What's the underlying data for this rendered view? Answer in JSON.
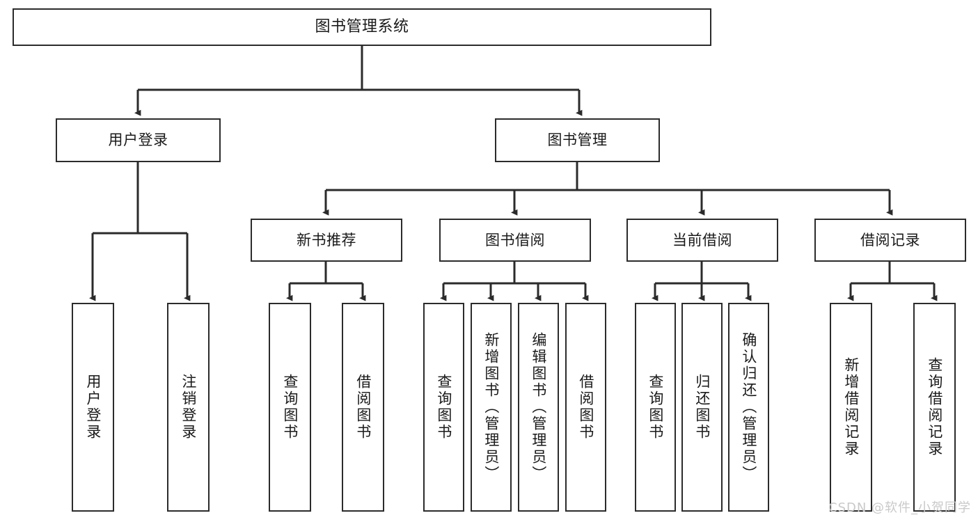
{
  "diagram": {
    "type": "tree-hierarchy",
    "title": "图书管理系统",
    "root": {
      "label": "图书管理系统"
    },
    "level2": [
      {
        "label": "用户登录"
      },
      {
        "label": "图书管理"
      }
    ],
    "level3": [
      {
        "label": "新书推荐"
      },
      {
        "label": "图书借阅"
      },
      {
        "label": "当前借阅"
      },
      {
        "label": "借阅记录"
      }
    ],
    "leaves": {
      "user_login": [
        {
          "label": "用户登录"
        },
        {
          "label": "注销登录"
        }
      ],
      "new_book_recommend": [
        {
          "label": "查询图书"
        },
        {
          "label": "借阅图书"
        }
      ],
      "book_borrow": [
        {
          "label": "查询图书"
        },
        {
          "label": "新增图书（管理员）"
        },
        {
          "label": "编辑图书（管理员）"
        },
        {
          "label": "借阅图书"
        }
      ],
      "current_borrow": [
        {
          "label": "查询图书"
        },
        {
          "label": "归还图书"
        },
        {
          "label": "确认归还（管理员）"
        }
      ],
      "borrow_record": [
        {
          "label": "新增借阅记录"
        },
        {
          "label": "查询借阅记录"
        }
      ]
    }
  },
  "watermark": {
    "text": "CSDN @软件_小贺同学"
  },
  "colors": {
    "stroke": "#2b2b2b",
    "background": "#ffffff",
    "text": "#1a1a1a",
    "watermark": "#c9c9c9"
  }
}
